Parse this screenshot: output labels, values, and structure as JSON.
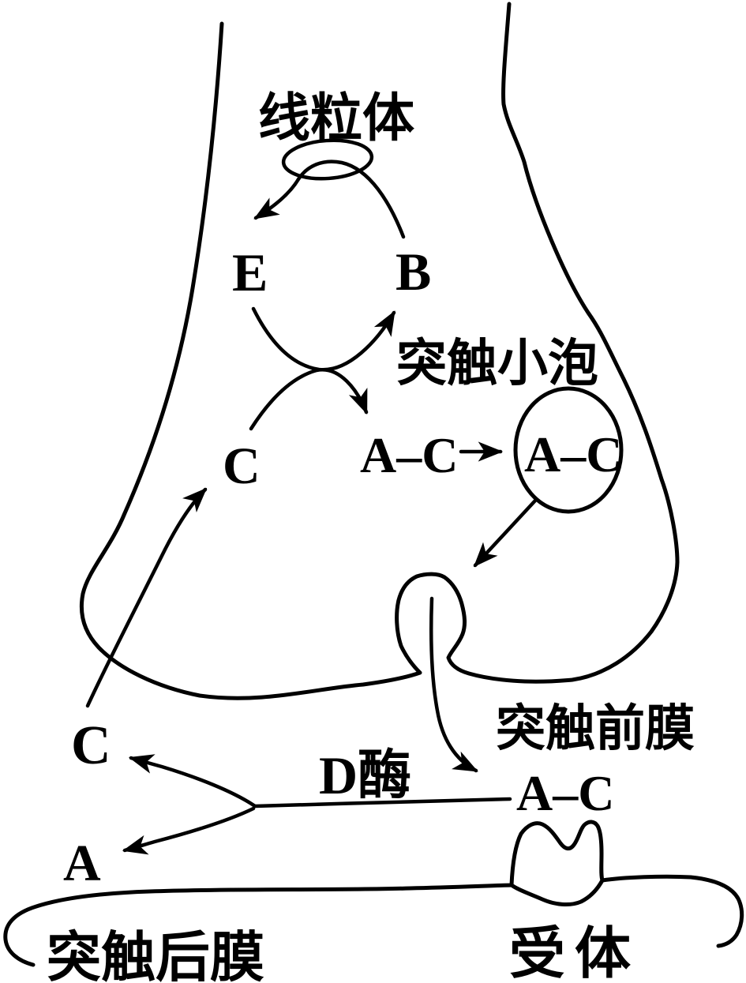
{
  "colors": {
    "ink": "#000000",
    "background": "#ffffff"
  },
  "labels": {
    "mitochondria": "线粒体",
    "synaptic_vesicle": "突触小泡",
    "presynaptic_membrane": "突触前膜",
    "postsynaptic_membrane": "突触后膜",
    "receptor": "受体",
    "enzyme_d": "D酶",
    "substance_e": "E",
    "substance_b": "B",
    "substance_c_cytoplasm": "C",
    "substance_ac_cytoplasm": "A–C",
    "substance_ac_in_vesicle": "A–C",
    "substance_ac_cleft": "A–C",
    "substance_c_cleft": "C",
    "substance_a_cleft": "A"
  }
}
